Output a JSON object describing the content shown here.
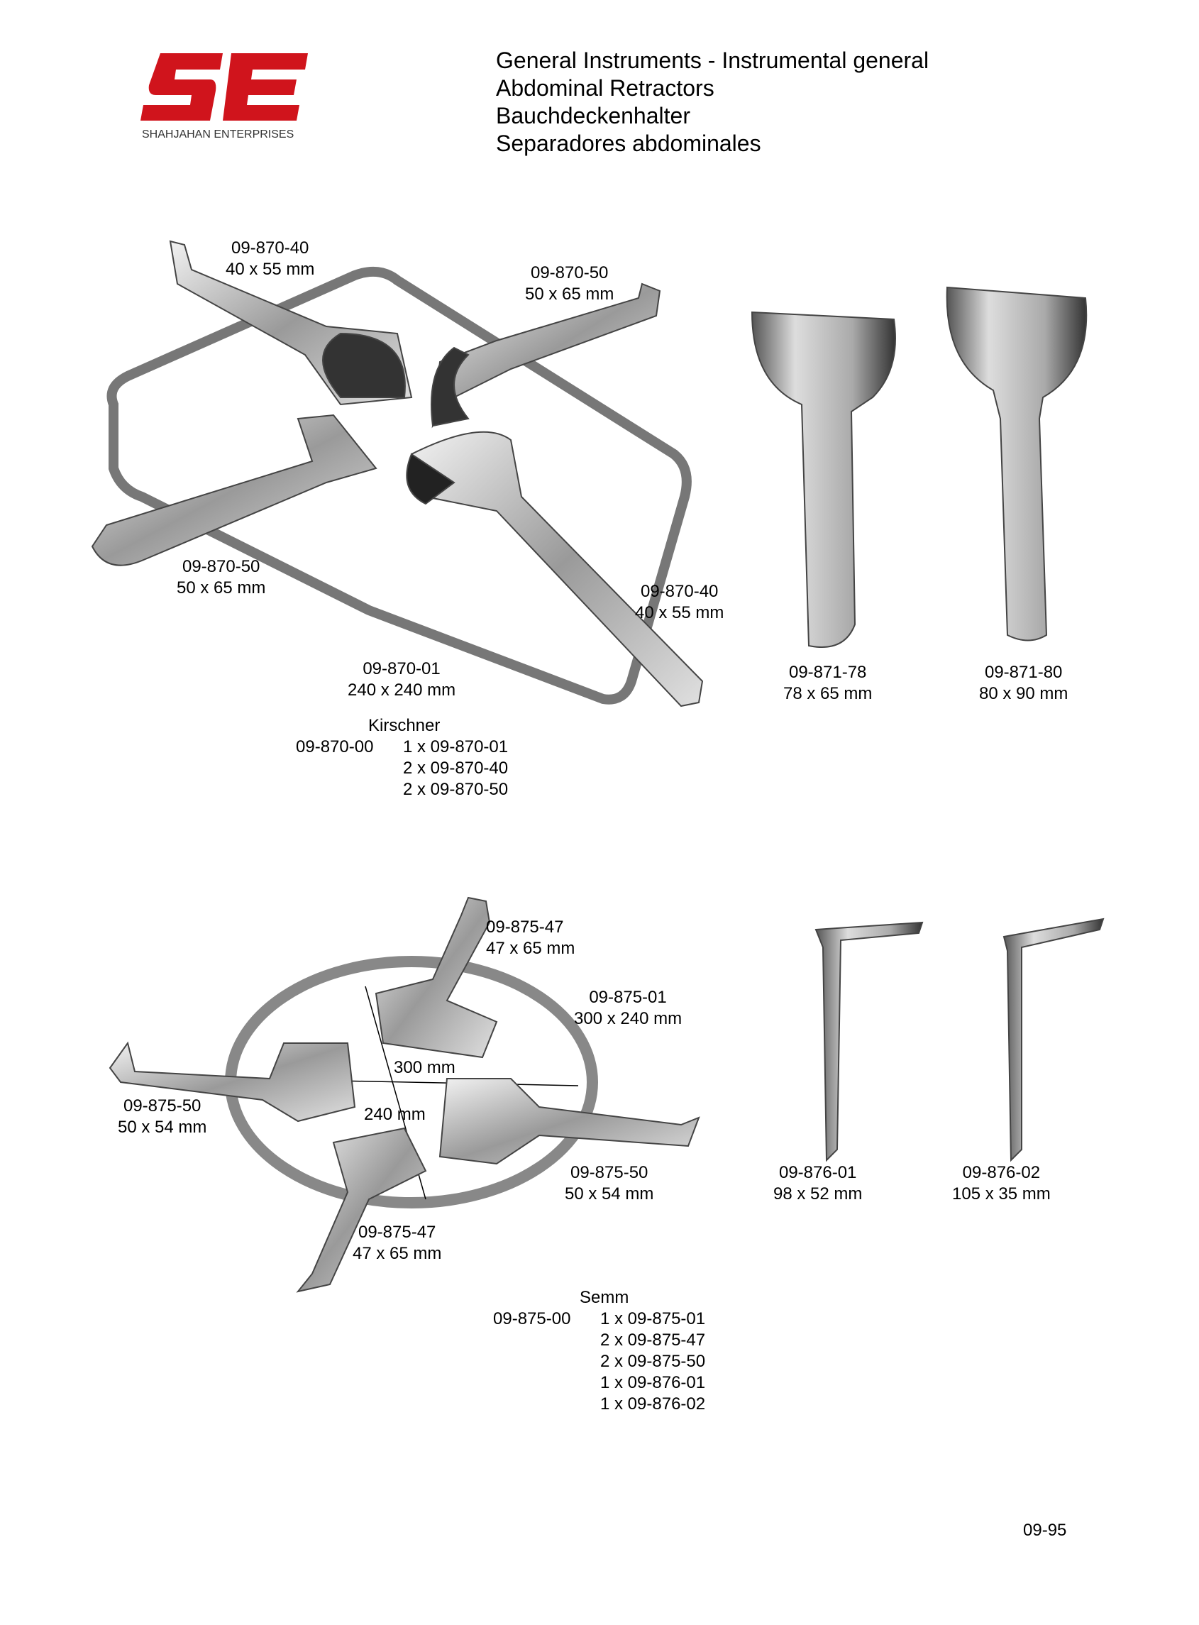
{
  "brand": {
    "logo_letters": "SE",
    "name": "SHAHJAHAN ENTERPRISES",
    "color": "#d0141c"
  },
  "header": {
    "lines": [
      "General Instruments  -  Instrumental general",
      "Abdominal Retractors",
      "Bauchdeckenhalter",
      "Separadores abdominales"
    ]
  },
  "kirschner": {
    "labels": [
      {
        "code": "09-870-40",
        "size": "40 x 55 mm"
      },
      {
        "code": "09-870-50",
        "size": "50 x 65 mm"
      },
      {
        "code": "09-870-50",
        "size": "50 x 65 mm"
      },
      {
        "code": "09-870-40",
        "size": "40 x 55 mm"
      },
      {
        "code": "09-870-01",
        "size": "240 x 240 mm"
      }
    ],
    "set": {
      "name": "Kirschner",
      "code": "09-870-00",
      "items": [
        "1 x 09-870-01",
        "2 x 09-870-40",
        "2 x 09-870-50"
      ]
    }
  },
  "blades": [
    {
      "code": "09-871-78",
      "size": "78 x 65 mm"
    },
    {
      "code": "09-871-80",
      "size": "80 x 90 mm"
    }
  ],
  "semm": {
    "labels": [
      {
        "code": "09-875-47",
        "size": "47 x 65 mm"
      },
      {
        "code": "09-875-01",
        "size": "300 x 240 mm"
      },
      {
        "code": "09-875-50",
        "size": "50 x 54 mm"
      },
      {
        "code": "09-875-50",
        "size": "50 x 54 mm"
      },
      {
        "code": "09-875-47",
        "size": "47 x 65 mm"
      }
    ],
    "dim_width": "300 mm",
    "dim_height": "240 mm",
    "set": {
      "name": "Semm",
      "code": "09-875-00",
      "items": [
        "1 x 09-875-01",
        "2 x 09-875-47",
        "2 x 09-875-50",
        "1 x 09-876-01",
        "1 x 09-876-02"
      ]
    }
  },
  "side_blades": [
    {
      "code": "09-876-01",
      "size": "98 x 52 mm"
    },
    {
      "code": "09-876-02",
      "size": "105 x 35 mm"
    }
  ],
  "page_number": "09-95"
}
